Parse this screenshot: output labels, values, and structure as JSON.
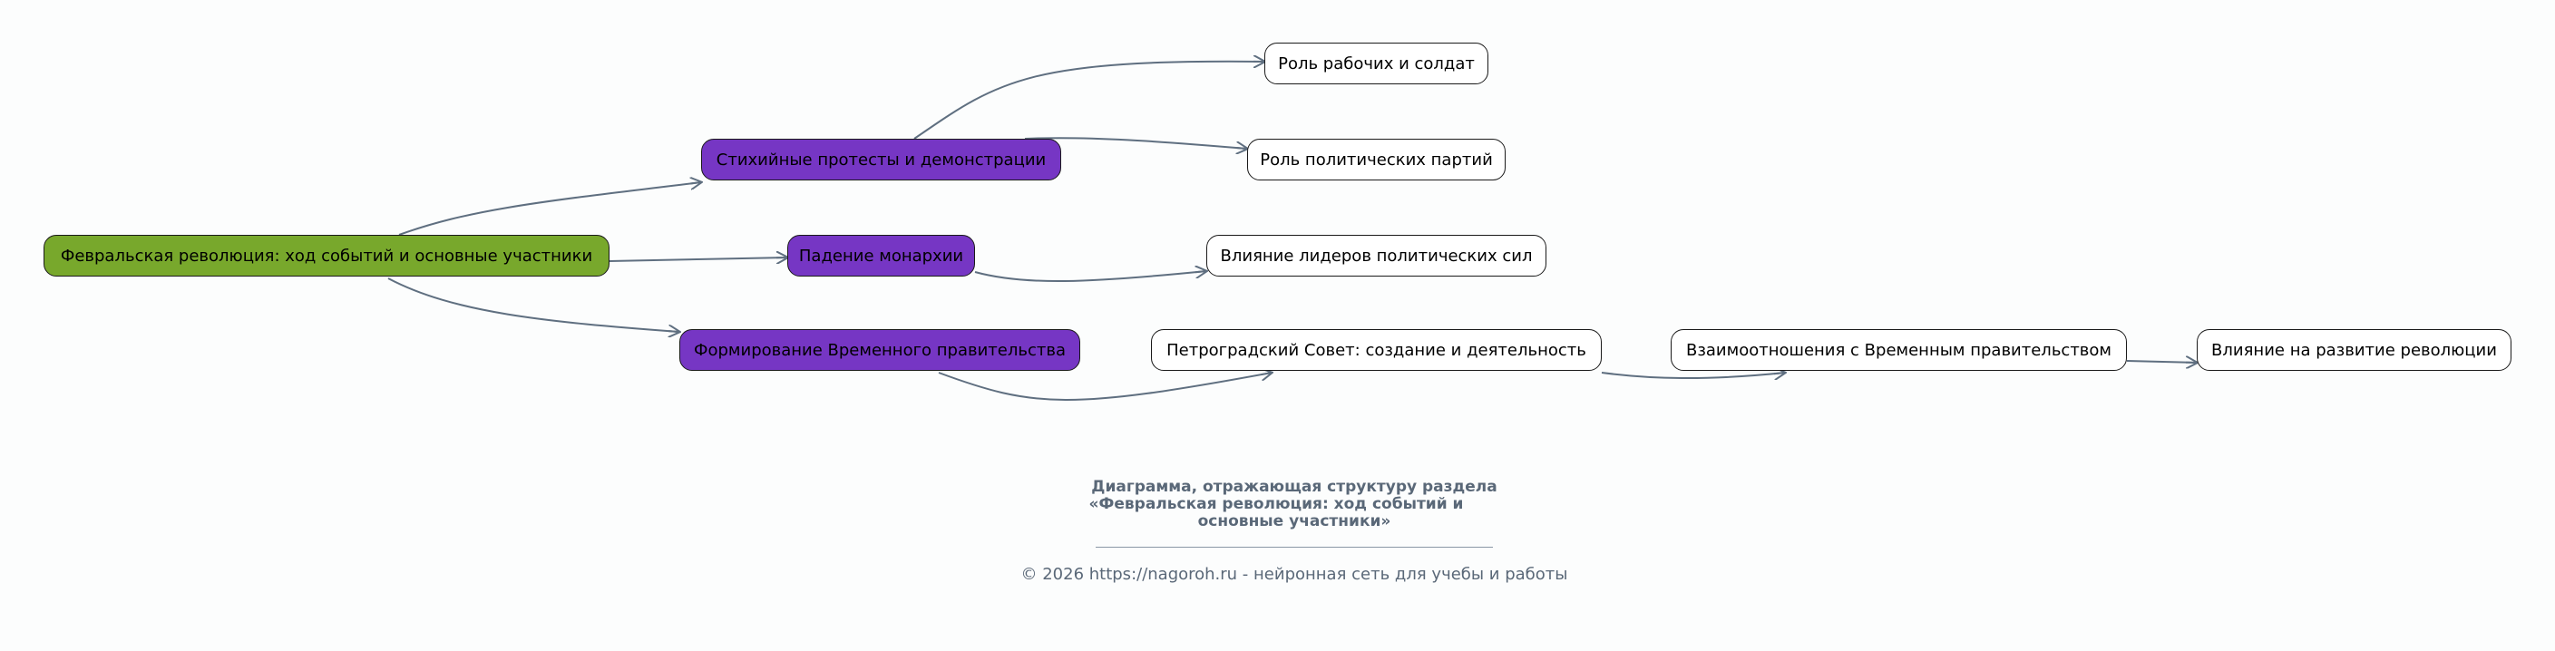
{
  "colors": {
    "root": "#78a82c",
    "section": "#7636c4",
    "leaf": "#ffffff",
    "edge": "#5f6f80",
    "caption": "#5a6878"
  },
  "nodes": {
    "root": "Февральская революция: ход событий и основные участники",
    "protests": "Стихийные протесты и демонстрации",
    "monarchy": "Падение монархии",
    "government": "Формирование Временного правительства",
    "workers": "Роль рабочих и солдат",
    "parties": "Роль политических партий",
    "leaders": "Влияние лидеров политических сил",
    "soviet": "Петроградский Совет: создание и деятельность",
    "relations": "Взаимоотношения с Временным правительством",
    "impact": "Влияние на развитие революции"
  },
  "caption": {
    "line1": "Диаграмма, отражающая структуру раздела",
    "line2": "«Февральская революция: ход событий и",
    "line3": "основные участники»"
  },
  "footer": {
    "copyright": "© 2026 https://nagoroh.ru - нейронная сеть для учебы и работы"
  }
}
